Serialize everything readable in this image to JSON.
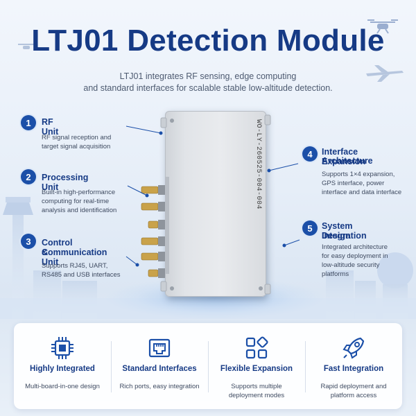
{
  "header": {
    "title": "LTJ01 Detection Module",
    "subtitle_line1": "LTJ01 integrates RF sensing, edge computing",
    "subtitle_line2": "and standard interfaces for scalable stable low-altitude detection."
  },
  "device": {
    "label": "WO-LY-260525-004-004"
  },
  "features": [
    {
      "number": "1",
      "title_line1": "RF Unit",
      "title_line2": "",
      "desc_lines": [
        "RF signal reception and",
        "target signal acquisition"
      ]
    },
    {
      "number": "2",
      "title_line1": "Processing Unit",
      "title_line2": "",
      "desc_lines": [
        "Built-in high-performance",
        "computing for real-time",
        "analysis and identification"
      ]
    },
    {
      "number": "3",
      "title_line1": "Control &",
      "title_line2": "Communication Unit",
      "desc_lines": [
        "Supports RJ45, UART,",
        "RS485 and USB interfaces"
      ]
    },
    {
      "number": "4",
      "title_line1": "Interface Expansion",
      "title_line2": "Architecture",
      "desc_lines": [
        "Supports 1×4 expansion,",
        "GPS interface, power",
        "interface and data interface"
      ]
    },
    {
      "number": "5",
      "title_line1": "System Integration",
      "title_line2": "Design",
      "desc_lines": [
        "Integrated architecture",
        "for easy deployment in",
        "low-altitude security",
        "platforms"
      ]
    }
  ],
  "highlights": [
    {
      "icon": "chip-icon",
      "title": "Highly Integrated",
      "desc_lines": [
        "Multi-board-in-one design"
      ]
    },
    {
      "icon": "ethernet-port-icon",
      "title": "Standard Interfaces",
      "desc_lines": [
        "Rich ports, easy integration"
      ]
    },
    {
      "icon": "expansion-grid-icon",
      "title": "Flexible Expansion",
      "desc_lines": [
        "Supports multiple",
        "deployment modes"
      ]
    },
    {
      "icon": "rocket-icon",
      "title": "Fast Integration",
      "desc_lines": [
        "Rapid deployment and",
        "platform access"
      ]
    }
  ],
  "colors": {
    "accent": "#1b4fa8",
    "title": "#163a85",
    "text": "#3e4a60"
  }
}
